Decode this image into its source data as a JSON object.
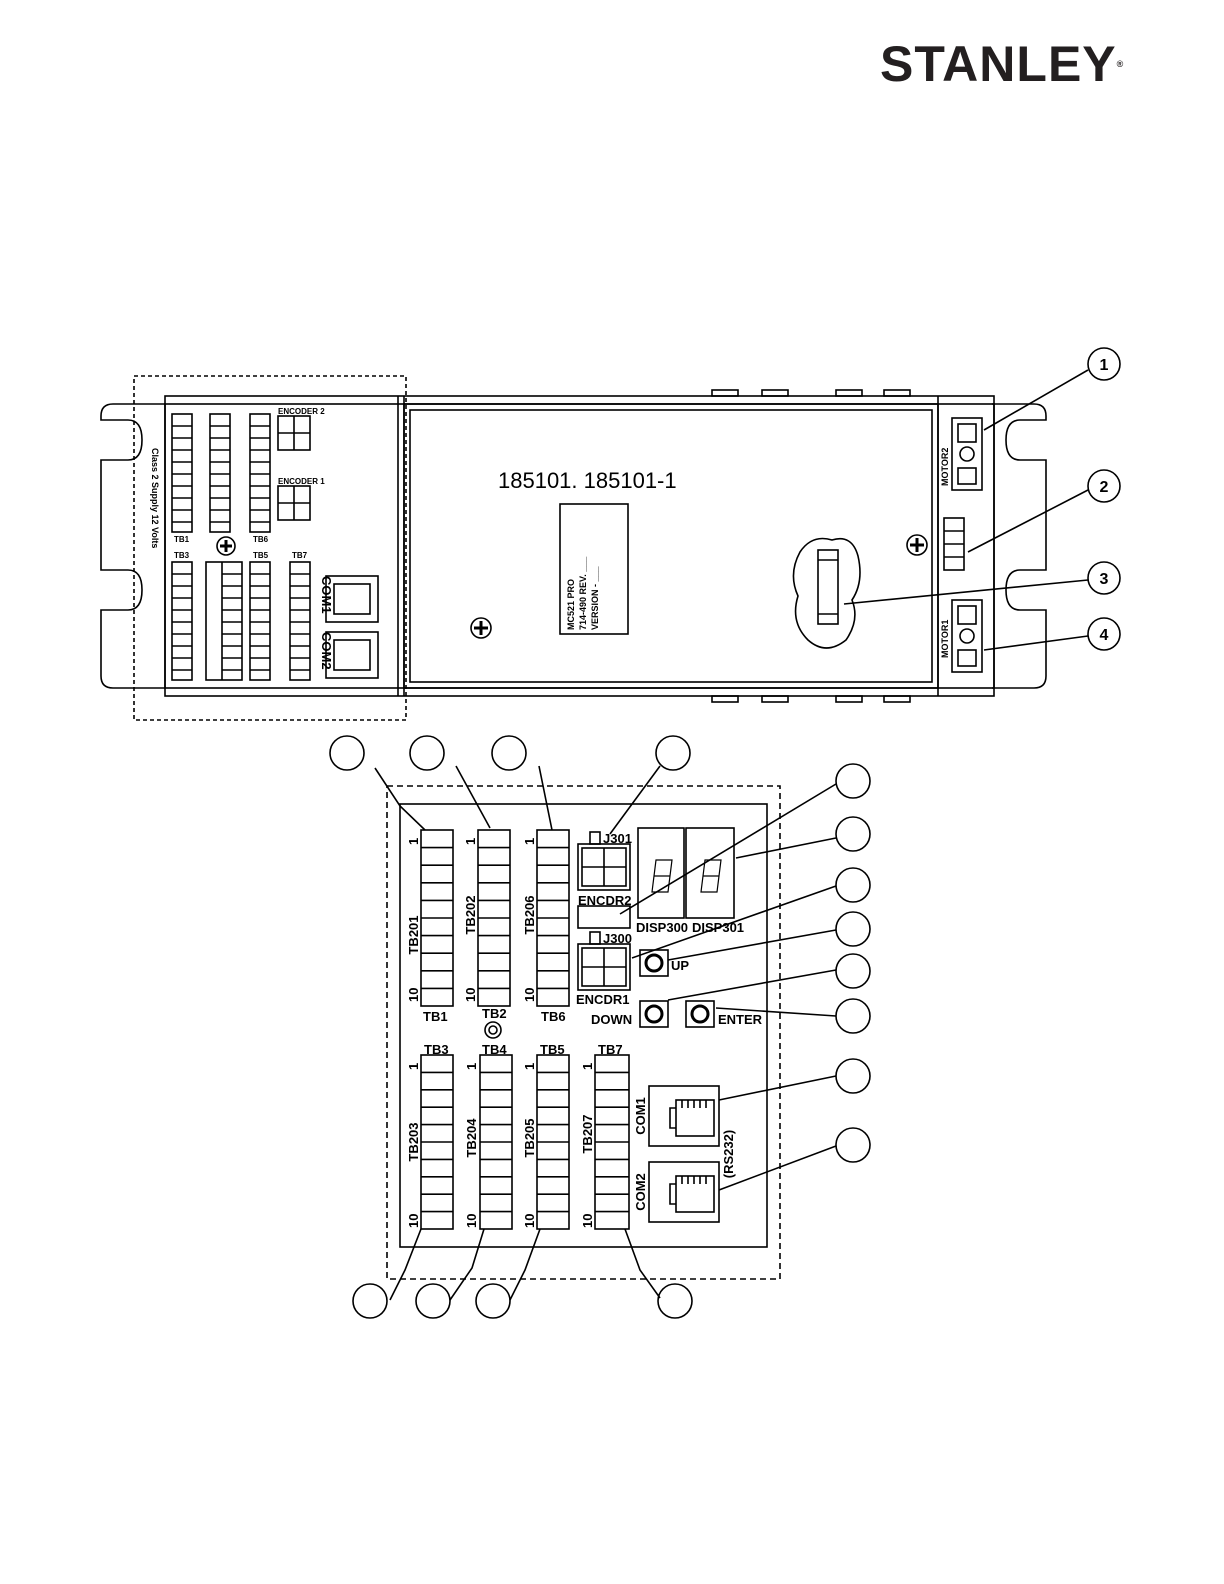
{
  "logo": {
    "text": "STANLEY",
    "mark": "®"
  },
  "overview": {
    "part_number": "185101. 185101-1",
    "board_label_lines": [
      "MC521 PRO",
      "714-490 REV. ___",
      "VERSION - ___"
    ],
    "supply_label": "Class 2 Supply  12 Volts",
    "encoder_labels": [
      "ENCODER 2",
      "ENCODER 1"
    ],
    "tb_labels_top": [
      "TB1",
      "TB6"
    ],
    "tb_labels_bottom": [
      "TB3",
      "TB5",
      "TB7"
    ],
    "com_labels": [
      "COM1",
      "COM2"
    ],
    "motor_labels": [
      "MOTOR2",
      "MOTOR1"
    ],
    "callouts": [
      "1",
      "2",
      "3",
      "4"
    ]
  },
  "detail": {
    "top_blocks": [
      {
        "name": "TB201",
        "label": "TB1",
        "first": "1",
        "last": "10"
      },
      {
        "name": "TB202",
        "label": "TB2",
        "first": "1",
        "last": "10"
      },
      {
        "name": "TB206",
        "label": "TB6",
        "first": "1",
        "last": "10"
      }
    ],
    "bottom_blocks": [
      {
        "name": "TB203",
        "label": "TB3",
        "first": "1",
        "last": "10"
      },
      {
        "name": "TB204",
        "label": "TB4",
        "first": "1",
        "last": "10"
      },
      {
        "name": "TB205",
        "label": "TB5",
        "first": "1",
        "last": "10"
      },
      {
        "name": "TB207",
        "label": "TB7",
        "first": "1",
        "last": "10"
      }
    ],
    "encoder_top": {
      "jack": "J301",
      "name": "ENCDR2"
    },
    "encoder_bottom": {
      "jack": "J300",
      "name": "ENCDR1"
    },
    "displays": [
      "DISP300",
      "DISP301"
    ],
    "buttons": {
      "up": "UP",
      "down": "DOWN",
      "enter": "ENTER"
    },
    "com": [
      "COM1",
      "COM2"
    ],
    "rs232": "(RS232)"
  },
  "colors": {
    "ink": "#000000",
    "paper": "#ffffff",
    "logo": "#231f20"
  }
}
